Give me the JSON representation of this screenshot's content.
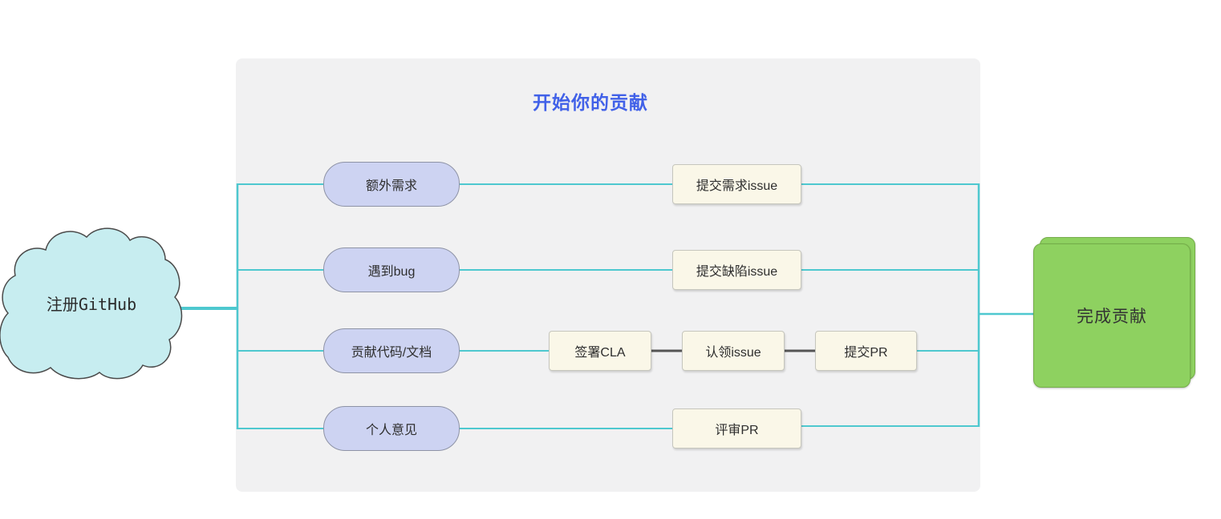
{
  "diagram": {
    "title": "开始你的贡献",
    "start": {
      "label": "注册GitHub",
      "shape": "cloud"
    },
    "end": {
      "label": "完成贡献",
      "shape": "stacked-rounded-rect"
    },
    "branches": [
      {
        "source": {
          "label": "额外需求"
        },
        "steps": [
          {
            "label": "提交需求issue"
          }
        ]
      },
      {
        "source": {
          "label": "遇到bug"
        },
        "steps": [
          {
            "label": "提交缺陷issue"
          }
        ]
      },
      {
        "source": {
          "label": "贡献代码/文档"
        },
        "steps": [
          {
            "label": "签署CLA"
          },
          {
            "label": "认领issue"
          },
          {
            "label": "提交PR"
          }
        ]
      },
      {
        "source": {
          "label": "个人意见"
        },
        "steps": [
          {
            "label": "评审PR"
          }
        ]
      }
    ],
    "colors": {
      "connector": "#4ec8cf",
      "step_connector": "#555555",
      "title_text": "#4161e8",
      "container_bg": "#f1f1f2",
      "source_node_fill": "#cdd3f2",
      "source_node_border": "#8e93a6",
      "step_node_fill": "#faf7e8",
      "start_node_fill": "#c7edf0",
      "end_node_fill": "#8ed160",
      "end_node_border": "#74ad49"
    }
  }
}
